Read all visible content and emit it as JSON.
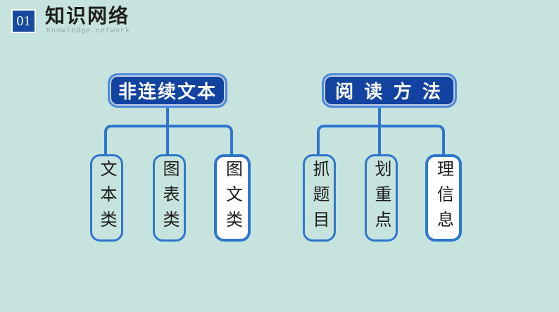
{
  "header": {
    "number": "01",
    "title": "知识网络",
    "subtitle": "Knowledge network"
  },
  "colors": {
    "background_mint": "#c7e3de",
    "badge_blue": "#16499f",
    "node_fill_blue": "#1243a0",
    "node_border_light_blue": "#4e8ad8",
    "connector_blue": "#2f76cd",
    "root_text_white": "#ffffff",
    "leaf_text_dark": "#1b1b1b",
    "leaf_highlight_fill": "#ffffff",
    "subtitle_gray": "#92a8a4"
  },
  "trees": [
    {
      "root_label": "非连续文本",
      "children": [
        "文本类",
        "图表类",
        "图文类"
      ]
    },
    {
      "root_label": "阅 读 方 法",
      "children": [
        "抓题目",
        "划重点",
        "理信息"
      ]
    }
  ]
}
